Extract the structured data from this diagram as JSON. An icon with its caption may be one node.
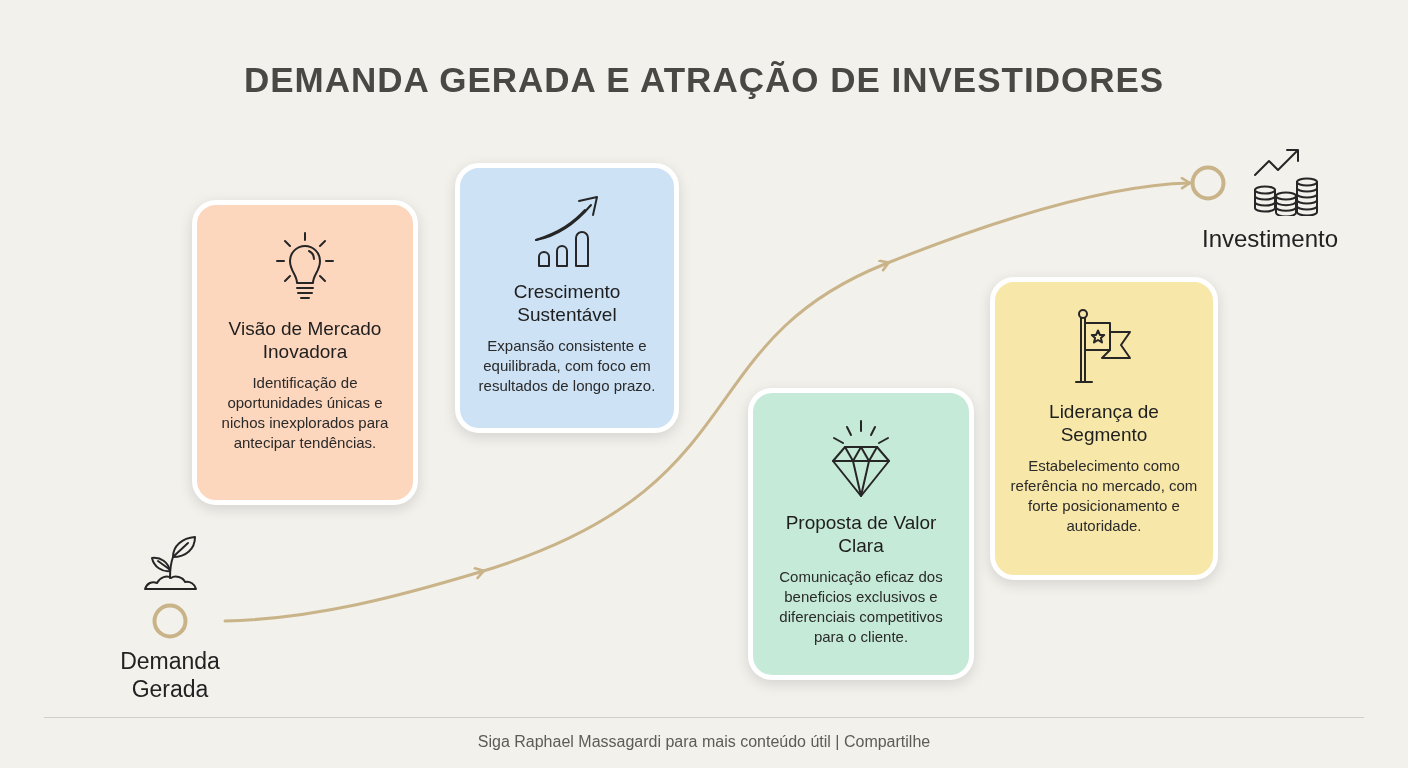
{
  "diagram": {
    "title": "DEMANDA GERADA E ATRAÇÃO DE INVESTIDORES",
    "nodes": [
      {
        "text": [
          "Demanda Gerada"
        ]
      },
      {
        "text": [
          "Visão de Mercado Inovadora",
          "Identificação de oportunidades únicas e nichos inexplorados para antecipar tendências."
        ]
      },
      {
        "text": [
          "Crescimento Sustentável",
          "Expansão consistente e equilibrada, com foco em resultados de longo prazo."
        ]
      },
      {
        "text": [
          "Proposta de Valor Clara",
          "Comunicação eficaz dos beneficios exclusivos e diferenciais competitivos para o cliente."
        ]
      },
      {
        "text": [
          "Liderança de Segmento",
          "Estabelecimento como referência no mercado, com forte posicionamento e autoridade."
        ]
      },
      {
        "text": [
          "Investimento"
        ]
      }
    ],
    "edges": [
      {
        "from": 0,
        "to": 5,
        "arrow": "to"
      }
    ],
    "labels": [
      "Siga Raphael Massagardi para mais conteúdo útil | Compartilhe"
    ]
  }
}
